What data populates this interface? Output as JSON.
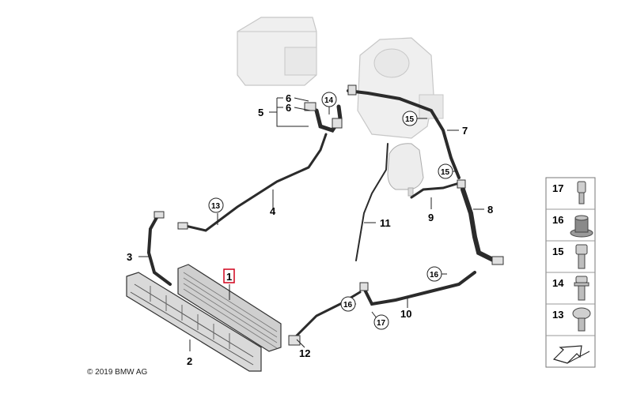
{
  "copyright": "© 2019 BMW AG",
  "callouts": {
    "c1": "1",
    "c2": "2",
    "c3": "3",
    "c4": "4",
    "c5": "5",
    "c6a": "6",
    "c6b": "6",
    "c7": "7",
    "c8": "8",
    "c9": "9",
    "c10": "10",
    "c11": "11",
    "c12": "12"
  },
  "circled": {
    "c13": "13",
    "c14": "14",
    "c15a": "15",
    "c15b": "15",
    "c16a": "16",
    "c16b": "16",
    "c17": "17"
  },
  "parts_panel": {
    "items": [
      {
        "number": "17",
        "icon": "valve-cap-icon"
      },
      {
        "number": "16",
        "icon": "rubber-grommet-icon"
      },
      {
        "number": "15",
        "icon": "hex-screw-icon"
      },
      {
        "number": "14",
        "icon": "collar-screw-icon"
      },
      {
        "number": "13",
        "icon": "flange-bolt-icon"
      }
    ],
    "footer_icon": "direction-arrow-icon"
  },
  "colors": {
    "line": "#222222",
    "part_fill": "#cfcfcf",
    "hose": "#2b2b2b",
    "highlight": "#d0021b"
  }
}
